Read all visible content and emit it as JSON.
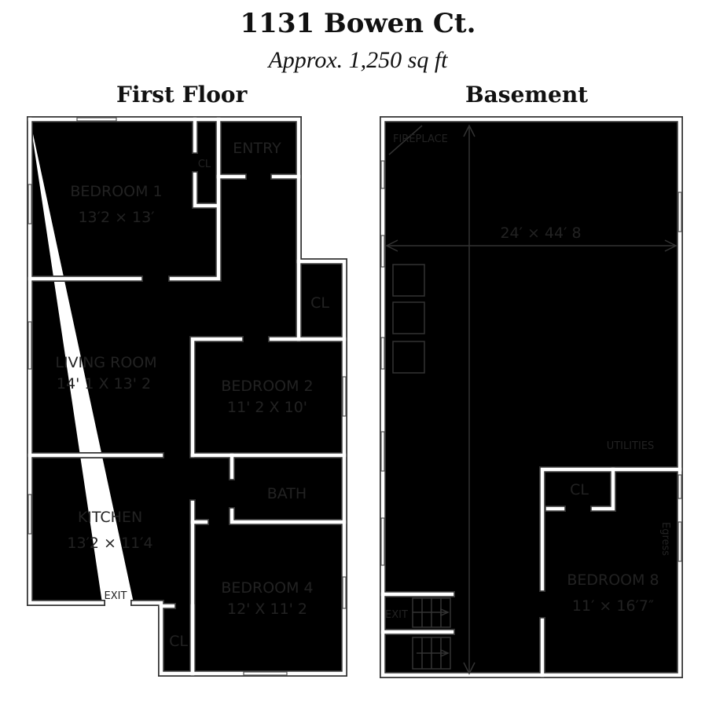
{
  "title": "1131 Bowen Ct.",
  "subtitle": "Approx. 1,250 sq ft",
  "first_floor": {
    "heading": "First Floor",
    "rooms": {
      "bedroom1": {
        "name": "BEDROOM 1",
        "size": "13′2 × 13′"
      },
      "closet1": "CL",
      "entry": "ENTRY",
      "closet2": "CL",
      "living": {
        "name": "LIVING ROOM",
        "size": "14' 1 X 13' 2"
      },
      "bedroom2": {
        "name": "BEDROOM 2",
        "size": "11' 2 X 10'"
      },
      "bath": "BATH",
      "kitchen": {
        "name": "KITCHEN",
        "size": "13′2 × 11′4"
      },
      "exit": "EXIT",
      "bedroom4": {
        "name": "BEDROOM 4",
        "size": "12' X 11' 2"
      },
      "closet3": "CL"
    }
  },
  "basement": {
    "heading": "Basement",
    "fireplace": "FIREPLACE",
    "dimensions": "24′ × 44′ 8",
    "utilities": "UTILITIES",
    "closet": "CL",
    "egress": "Egress",
    "bedroom8": {
      "name": "BEDROOM 8",
      "size": "11′ × 16′7″"
    },
    "exit": "EXIT"
  }
}
